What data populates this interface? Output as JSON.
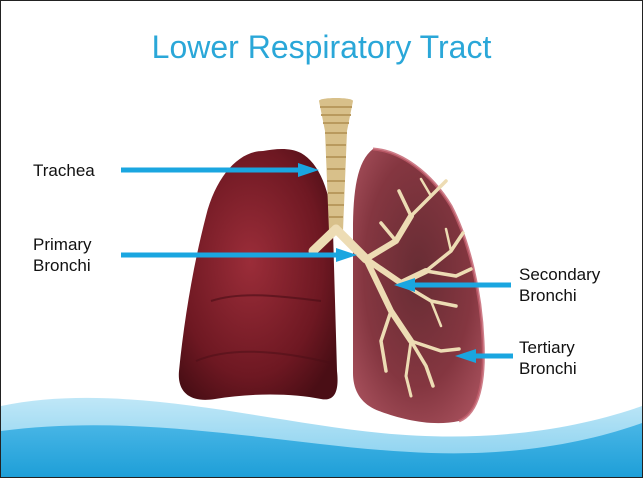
{
  "slide": {
    "title": "Lower Respiratory Tract"
  },
  "labels": {
    "trachea": "Trachea",
    "primary_bronchi": [
      "Primary",
      "Bronchi"
    ],
    "secondary_bronchi": [
      "Secondary",
      "Bronchi"
    ],
    "tertiary_bronchi": [
      "Tertiary",
      "Bronchi"
    ]
  },
  "colors": {
    "title": "#2aa7d8",
    "arrow": "#1aa6e0",
    "lung": "#7b1c27",
    "airway": "#e9d6a8",
    "wave": "#1e9fd8"
  }
}
